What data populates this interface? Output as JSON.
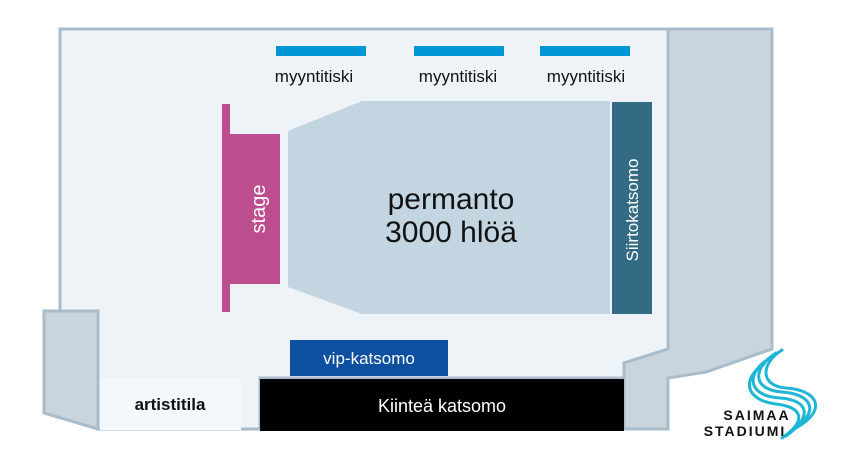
{
  "venue": {
    "sales_desks": [
      "myyntitiski",
      "myyntitiski",
      "myyntitiski"
    ],
    "stage_label": "stage",
    "floor_line1": "permanto",
    "floor_line2": "3000 hlöä",
    "mobile_stand_label": "Siirtokatsomo",
    "vip_label": "vip-katsomo",
    "artist_area_label": "artistitila",
    "fixed_stand_label": "Kiinteä katsomo"
  },
  "logo": {
    "line1": "SAIMAA",
    "line2": "STADIUMI"
  },
  "colors": {
    "hall_fill": "#eef3f8",
    "outline": "#a9bccc",
    "side_block": "#c9d4dc",
    "desk": "#0096d6",
    "stage": "#bc4d8f",
    "floor": "#c2d5e1",
    "mobile_stand": "#336b84",
    "vip": "#0d4fa0",
    "fixed_stand": "#000000",
    "logo": "#1fb6d6"
  }
}
